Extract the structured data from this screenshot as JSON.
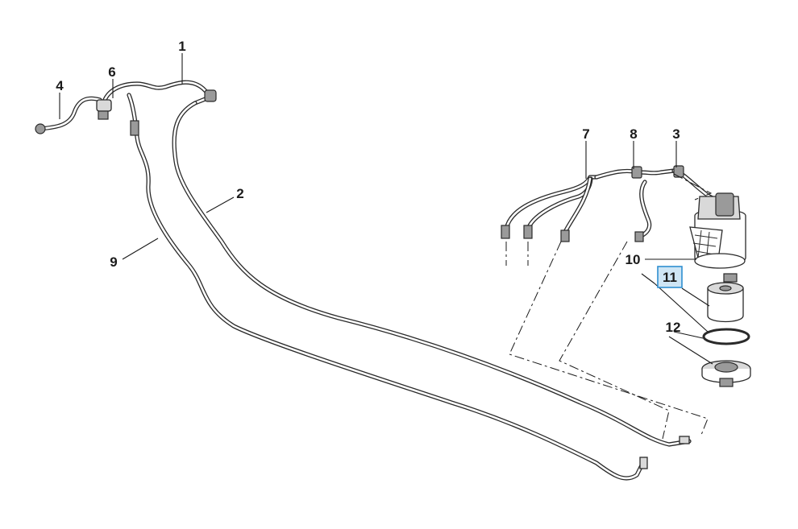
{
  "diagram": {
    "callouts": [
      {
        "id": "1",
        "label": "1"
      },
      {
        "id": "2",
        "label": "2"
      },
      {
        "id": "3",
        "label": "3"
      },
      {
        "id": "4",
        "label": "4"
      },
      {
        "id": "6",
        "label": "6"
      },
      {
        "id": "7",
        "label": "7"
      },
      {
        "id": "8",
        "label": "8"
      },
      {
        "id": "9",
        "label": "9"
      },
      {
        "id": "10",
        "label": "10"
      },
      {
        "id": "11",
        "label": "11",
        "highlighted": true
      },
      {
        "id": "12",
        "label": "12"
      }
    ],
    "highlight_color": "#cfe6f5",
    "highlight_border": "#2f8fd0",
    "line_color": "#2a2a2a"
  }
}
